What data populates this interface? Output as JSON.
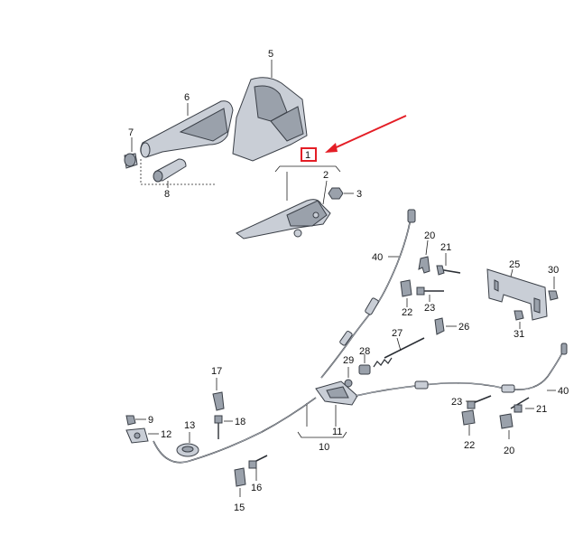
{
  "callouts": {
    "p1": "1",
    "p2": "2",
    "p3": "3",
    "p5": "5",
    "p6": "6",
    "p7": "7",
    "p8": "8",
    "p9": "9",
    "p10": "10",
    "p11": "11",
    "p12": "12",
    "p13": "13",
    "p15": "15",
    "p16": "16",
    "p17": "17",
    "p18": "18",
    "p20a": "20",
    "p20b": "20",
    "p21a": "21",
    "p21b": "21",
    "p22a": "22",
    "p22b": "22",
    "p23a": "23",
    "p23b": "23",
    "p25": "25",
    "p26": "26",
    "p27": "27",
    "p28": "28",
    "p29": "29",
    "p30": "30",
    "p31": "31",
    "p40a": "40",
    "p40b": "40"
  },
  "highlight": {
    "part": "1",
    "color": "#e41e26"
  }
}
